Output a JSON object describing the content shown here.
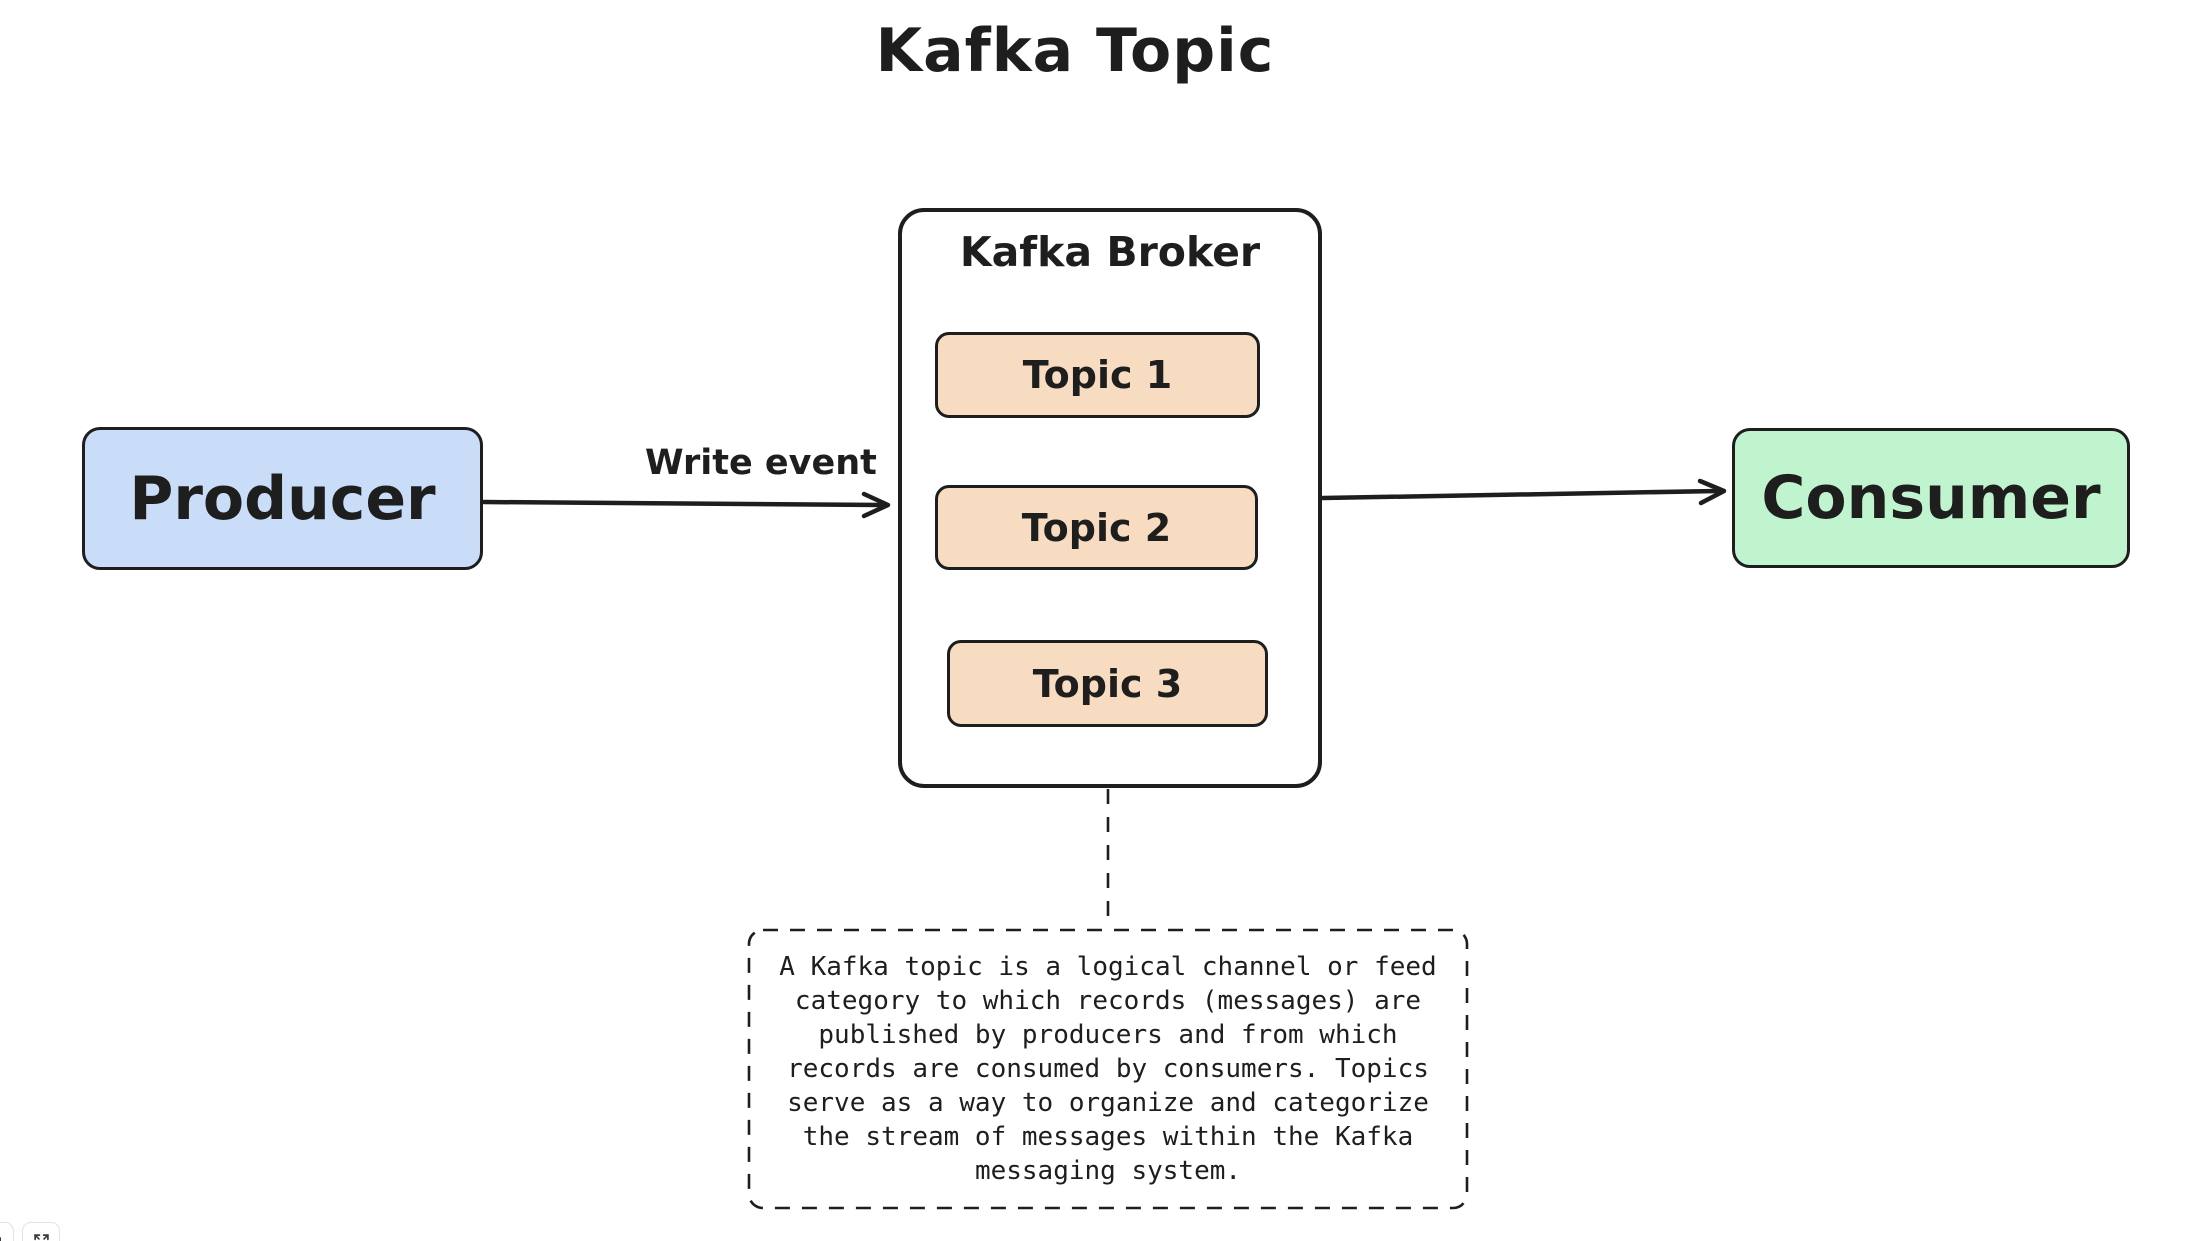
{
  "title": "Kafka Topic",
  "colors": {
    "stroke": "#1e1e1e",
    "producer_fill": "#c9dcf8",
    "topic_fill": "#f8dcc2",
    "consumer_fill": "#c0f4cf",
    "background": "#ffffff"
  },
  "nodes": {
    "producer": {
      "label": "Producer"
    },
    "broker": {
      "label": "Kafka Broker",
      "topics": [
        {
          "label": "Topic 1"
        },
        {
          "label": "Topic 2"
        },
        {
          "label": "Topic 3"
        }
      ]
    },
    "consumer": {
      "label": "Consumer"
    }
  },
  "edges": {
    "producer_to_broker": {
      "label": "Write event"
    },
    "broker_to_consumer": {
      "label": ""
    },
    "topic3_to_note": {
      "style": "dashed"
    }
  },
  "note": {
    "text": "A Kafka topic is a logical channel or feed\ncategory to which records (messages) are\npublished by producers and from which\nrecords are consumed by consumers. Topics\nserve as a way to organize and categorize\nthe stream of messages within the Kafka\nmessaging system."
  },
  "controls": {
    "left_button_icon": "cropped-icon",
    "fullscreen_button_icon": "fullscreen-expand-icon"
  }
}
